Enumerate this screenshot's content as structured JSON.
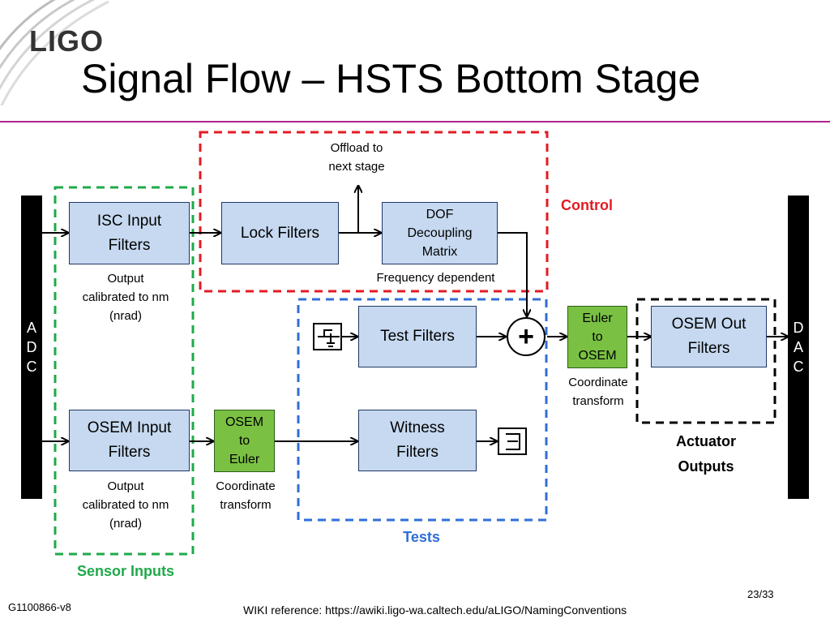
{
  "header": {
    "logo_text": "LIGO",
    "title": "Signal Flow – HSTS Bottom Stage"
  },
  "rails": {
    "left_letters": [
      "A",
      "D",
      "C"
    ],
    "right_letters": [
      "D",
      "A",
      "C"
    ]
  },
  "blocks": {
    "isc_input": "ISC Input\nFilters",
    "lock": "Lock Filters",
    "dof": "DOF\nDecoupling\nMatrix",
    "test": "Test Filters",
    "witness": "Witness\nFilters",
    "osem_input": "OSEM Input\nFilters",
    "osem_to_euler": "OSEM\nto\nEuler",
    "euler_to_osem": "Euler\nto\nOSEM",
    "osem_out": "OSEM Out\nFilters",
    "sum_symbol": "+"
  },
  "notes": {
    "offload": "Offload to\nnext stage",
    "frequency_dependent": "Frequency dependent",
    "isc_output": "Output\ncalibrated to nm\n(nrad)",
    "osem_output": "Output\ncalibrated to nm\n(nrad)",
    "coord_transform_left": "Coordinate\ntransform",
    "coord_transform_right": "Coordinate\ntransform"
  },
  "groups": {
    "control": {
      "label": "Control",
      "color": "#e31b23"
    },
    "tests": {
      "label": "Tests",
      "color": "#2f6fd6"
    },
    "sensor_inputs": {
      "label": "Sensor Inputs",
      "color": "#1faa4a"
    },
    "actuator_outputs": {
      "label": "Actuator\nOutputs",
      "color": "#000000"
    }
  },
  "icons": {
    "excitation": "excitation-input-icon",
    "test_point": "test-point-output-icon"
  },
  "footer": {
    "doc_id": "G1100866-v8",
    "page": "23/33",
    "reference": "WIKI reference:  https://awiki.ligo-wa.caltech.edu/aLIGO/NamingConventions"
  }
}
